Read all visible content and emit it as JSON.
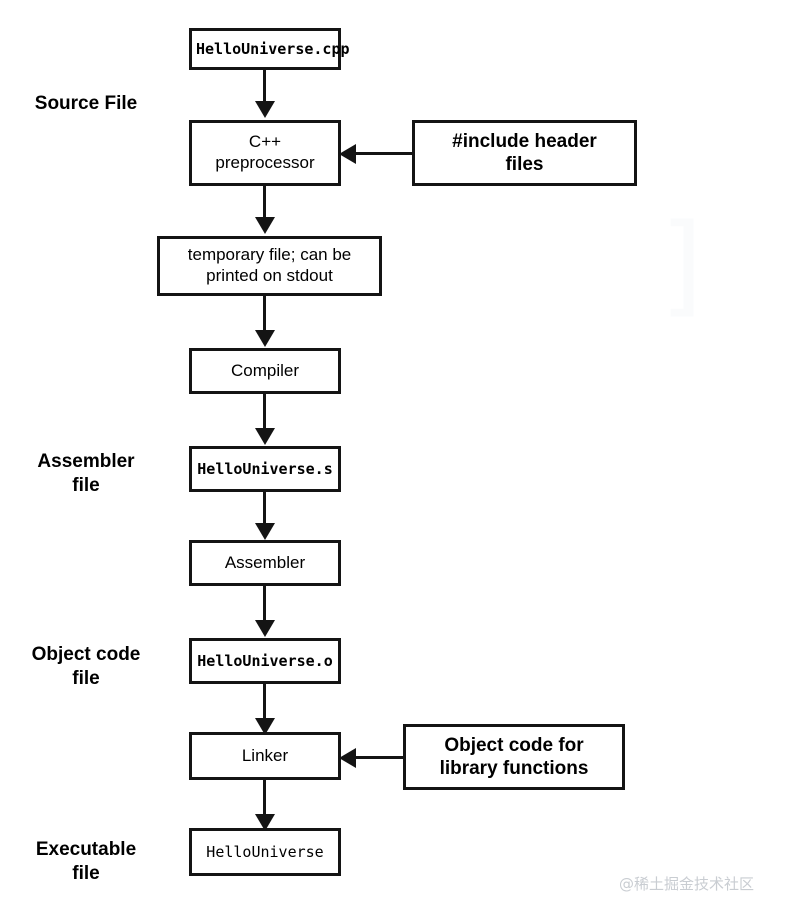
{
  "diagram": {
    "title": "C++ compilation pipeline flowchart",
    "stroke_color": "#141414",
    "background_color": "#ffffff",
    "watermark_color": "#c9cdd2"
  },
  "stage_labels": [
    {
      "id": "source-file",
      "text": "Source File"
    },
    {
      "id": "assembler-file",
      "text": "Assembler\nfile"
    },
    {
      "id": "object-code-file",
      "text": "Object code\nfile"
    },
    {
      "id": "executable-file",
      "text": "Executable\nfile"
    }
  ],
  "nodes": [
    {
      "id": "source-cpp",
      "text": "HelloUniverse.cpp",
      "style": "mono"
    },
    {
      "id": "preprocessor",
      "text": "C++\npreprocessor",
      "style": "sans"
    },
    {
      "id": "include-headers",
      "text": "#include header\nfiles",
      "style": "sans-bold"
    },
    {
      "id": "temporary-file",
      "text": "temporary file; can be\nprinted on stdout",
      "style": "sans"
    },
    {
      "id": "compiler",
      "text": "Compiler",
      "style": "sans"
    },
    {
      "id": "assembly-file",
      "text": "HelloUniverse.s",
      "style": "mono"
    },
    {
      "id": "assembler",
      "text": "Assembler",
      "style": "sans"
    },
    {
      "id": "object-file",
      "text": "HelloUniverse.o",
      "style": "mono"
    },
    {
      "id": "linker",
      "text": "Linker",
      "style": "sans"
    },
    {
      "id": "library-object-code",
      "text": "Object code for\nlibrary functions",
      "style": "sans-bold"
    },
    {
      "id": "executable",
      "text": "HelloUniverse",
      "style": "mono-reg"
    }
  ],
  "watermarks": {
    "bottom_right": "@稀土掘金技术社区",
    "faint_center": "]"
  }
}
